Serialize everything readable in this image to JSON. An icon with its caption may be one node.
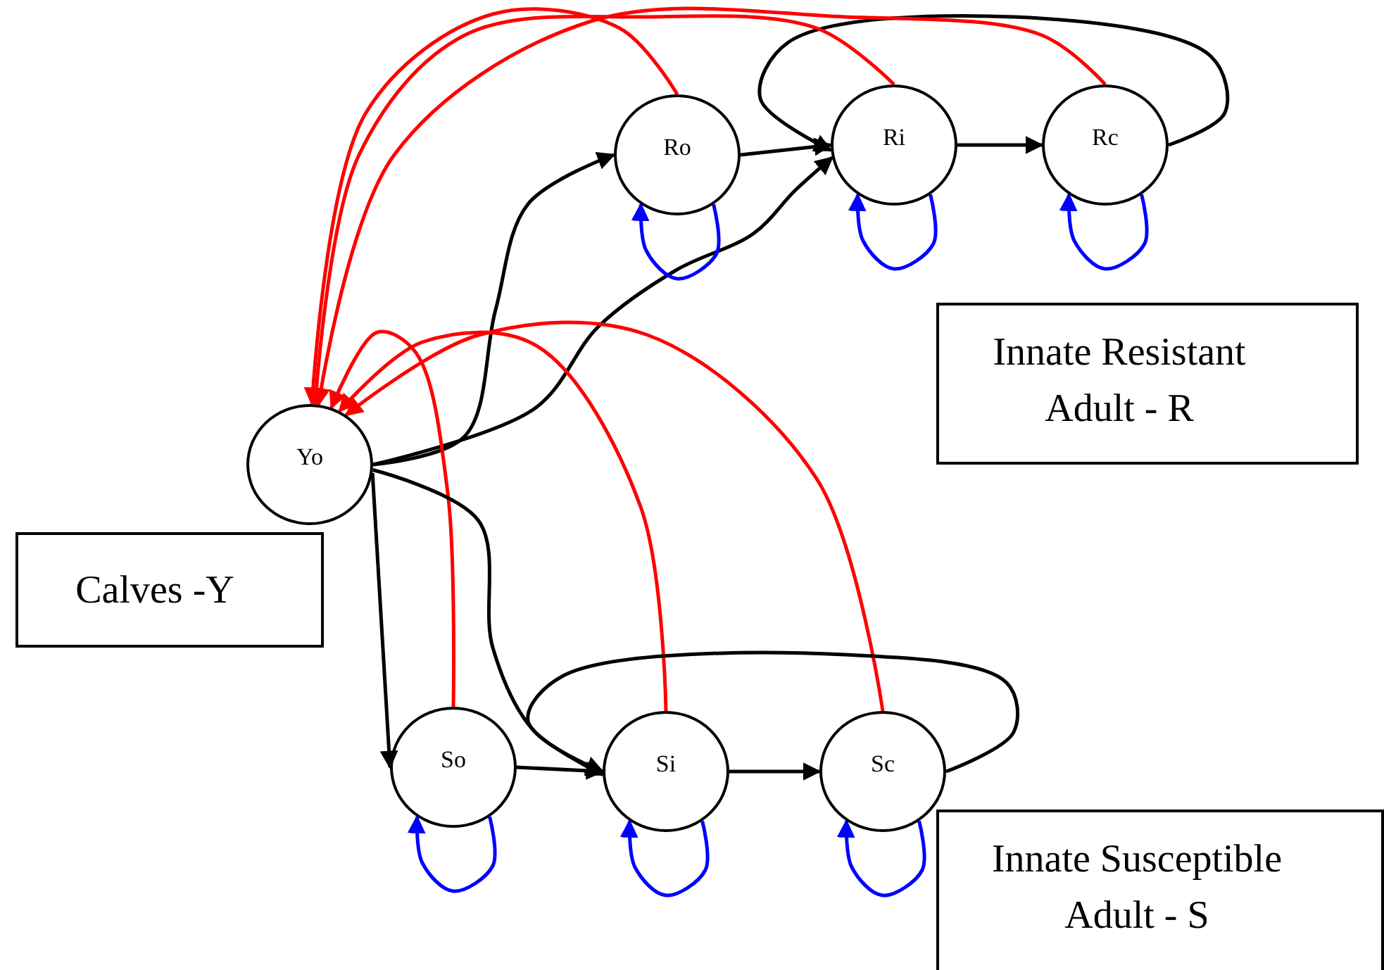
{
  "diagram": {
    "nodes": [
      {
        "text": [
          "Ro"
        ]
      },
      {
        "text": [
          "Ri"
        ]
      },
      {
        "text": [
          "Rc"
        ]
      },
      {
        "text": [
          "Innate Resistant Adult - R"
        ]
      },
      {
        "text": [
          "Yo"
        ]
      },
      {
        "text": [
          "Calves -Y"
        ]
      },
      {
        "text": [
          "So"
        ]
      },
      {
        "text": [
          "Si"
        ]
      },
      {
        "text": [
          "Sc"
        ]
      },
      {
        "text": [
          "Innate Susceptible Adult - S"
        ]
      }
    ],
    "edges": [
      {
        "from": 4,
        "to": 0,
        "arrow": "to"
      },
      {
        "from": 4,
        "to": 1,
        "arrow": "to"
      },
      {
        "from": 0,
        "to": 1,
        "arrow": "to"
      },
      {
        "from": 1,
        "to": 2,
        "arrow": "to"
      },
      {
        "from": 2,
        "to": 1,
        "arrow": "to"
      },
      {
        "from": 0,
        "to": 0,
        "arrow": "to",
        "color": "#0000ff"
      },
      {
        "from": 1,
        "to": 1,
        "arrow": "to",
        "color": "#0000ff"
      },
      {
        "from": 2,
        "to": 2,
        "arrow": "to",
        "color": "#0000ff"
      },
      {
        "from": 0,
        "to": 4,
        "arrow": "to",
        "color": "#ff0000"
      },
      {
        "from": 1,
        "to": 4,
        "arrow": "to",
        "color": "#ff0000"
      },
      {
        "from": 2,
        "to": 4,
        "arrow": "to",
        "color": "#ff0000"
      },
      {
        "from": 6,
        "to": 4,
        "arrow": "to",
        "color": "#ff0000"
      },
      {
        "from": 7,
        "to": 4,
        "arrow": "to",
        "color": "#ff0000"
      },
      {
        "from": 8,
        "to": 4,
        "arrow": "to",
        "color": "#ff0000"
      },
      {
        "from": 4,
        "to": 6,
        "arrow": "to"
      },
      {
        "from": 4,
        "to": 7,
        "arrow": "to"
      },
      {
        "from": 6,
        "to": 7,
        "arrow": "to"
      },
      {
        "from": 7,
        "to": 8,
        "arrow": "to"
      },
      {
        "from": 8,
        "to": 7,
        "arrow": "to"
      },
      {
        "from": 6,
        "to": 6,
        "arrow": "to",
        "color": "#0000ff"
      },
      {
        "from": 7,
        "to": 7,
        "arrow": "to",
        "color": "#0000ff"
      },
      {
        "from": 8,
        "to": 8,
        "arrow": "to",
        "color": "#0000ff"
      }
    ]
  }
}
